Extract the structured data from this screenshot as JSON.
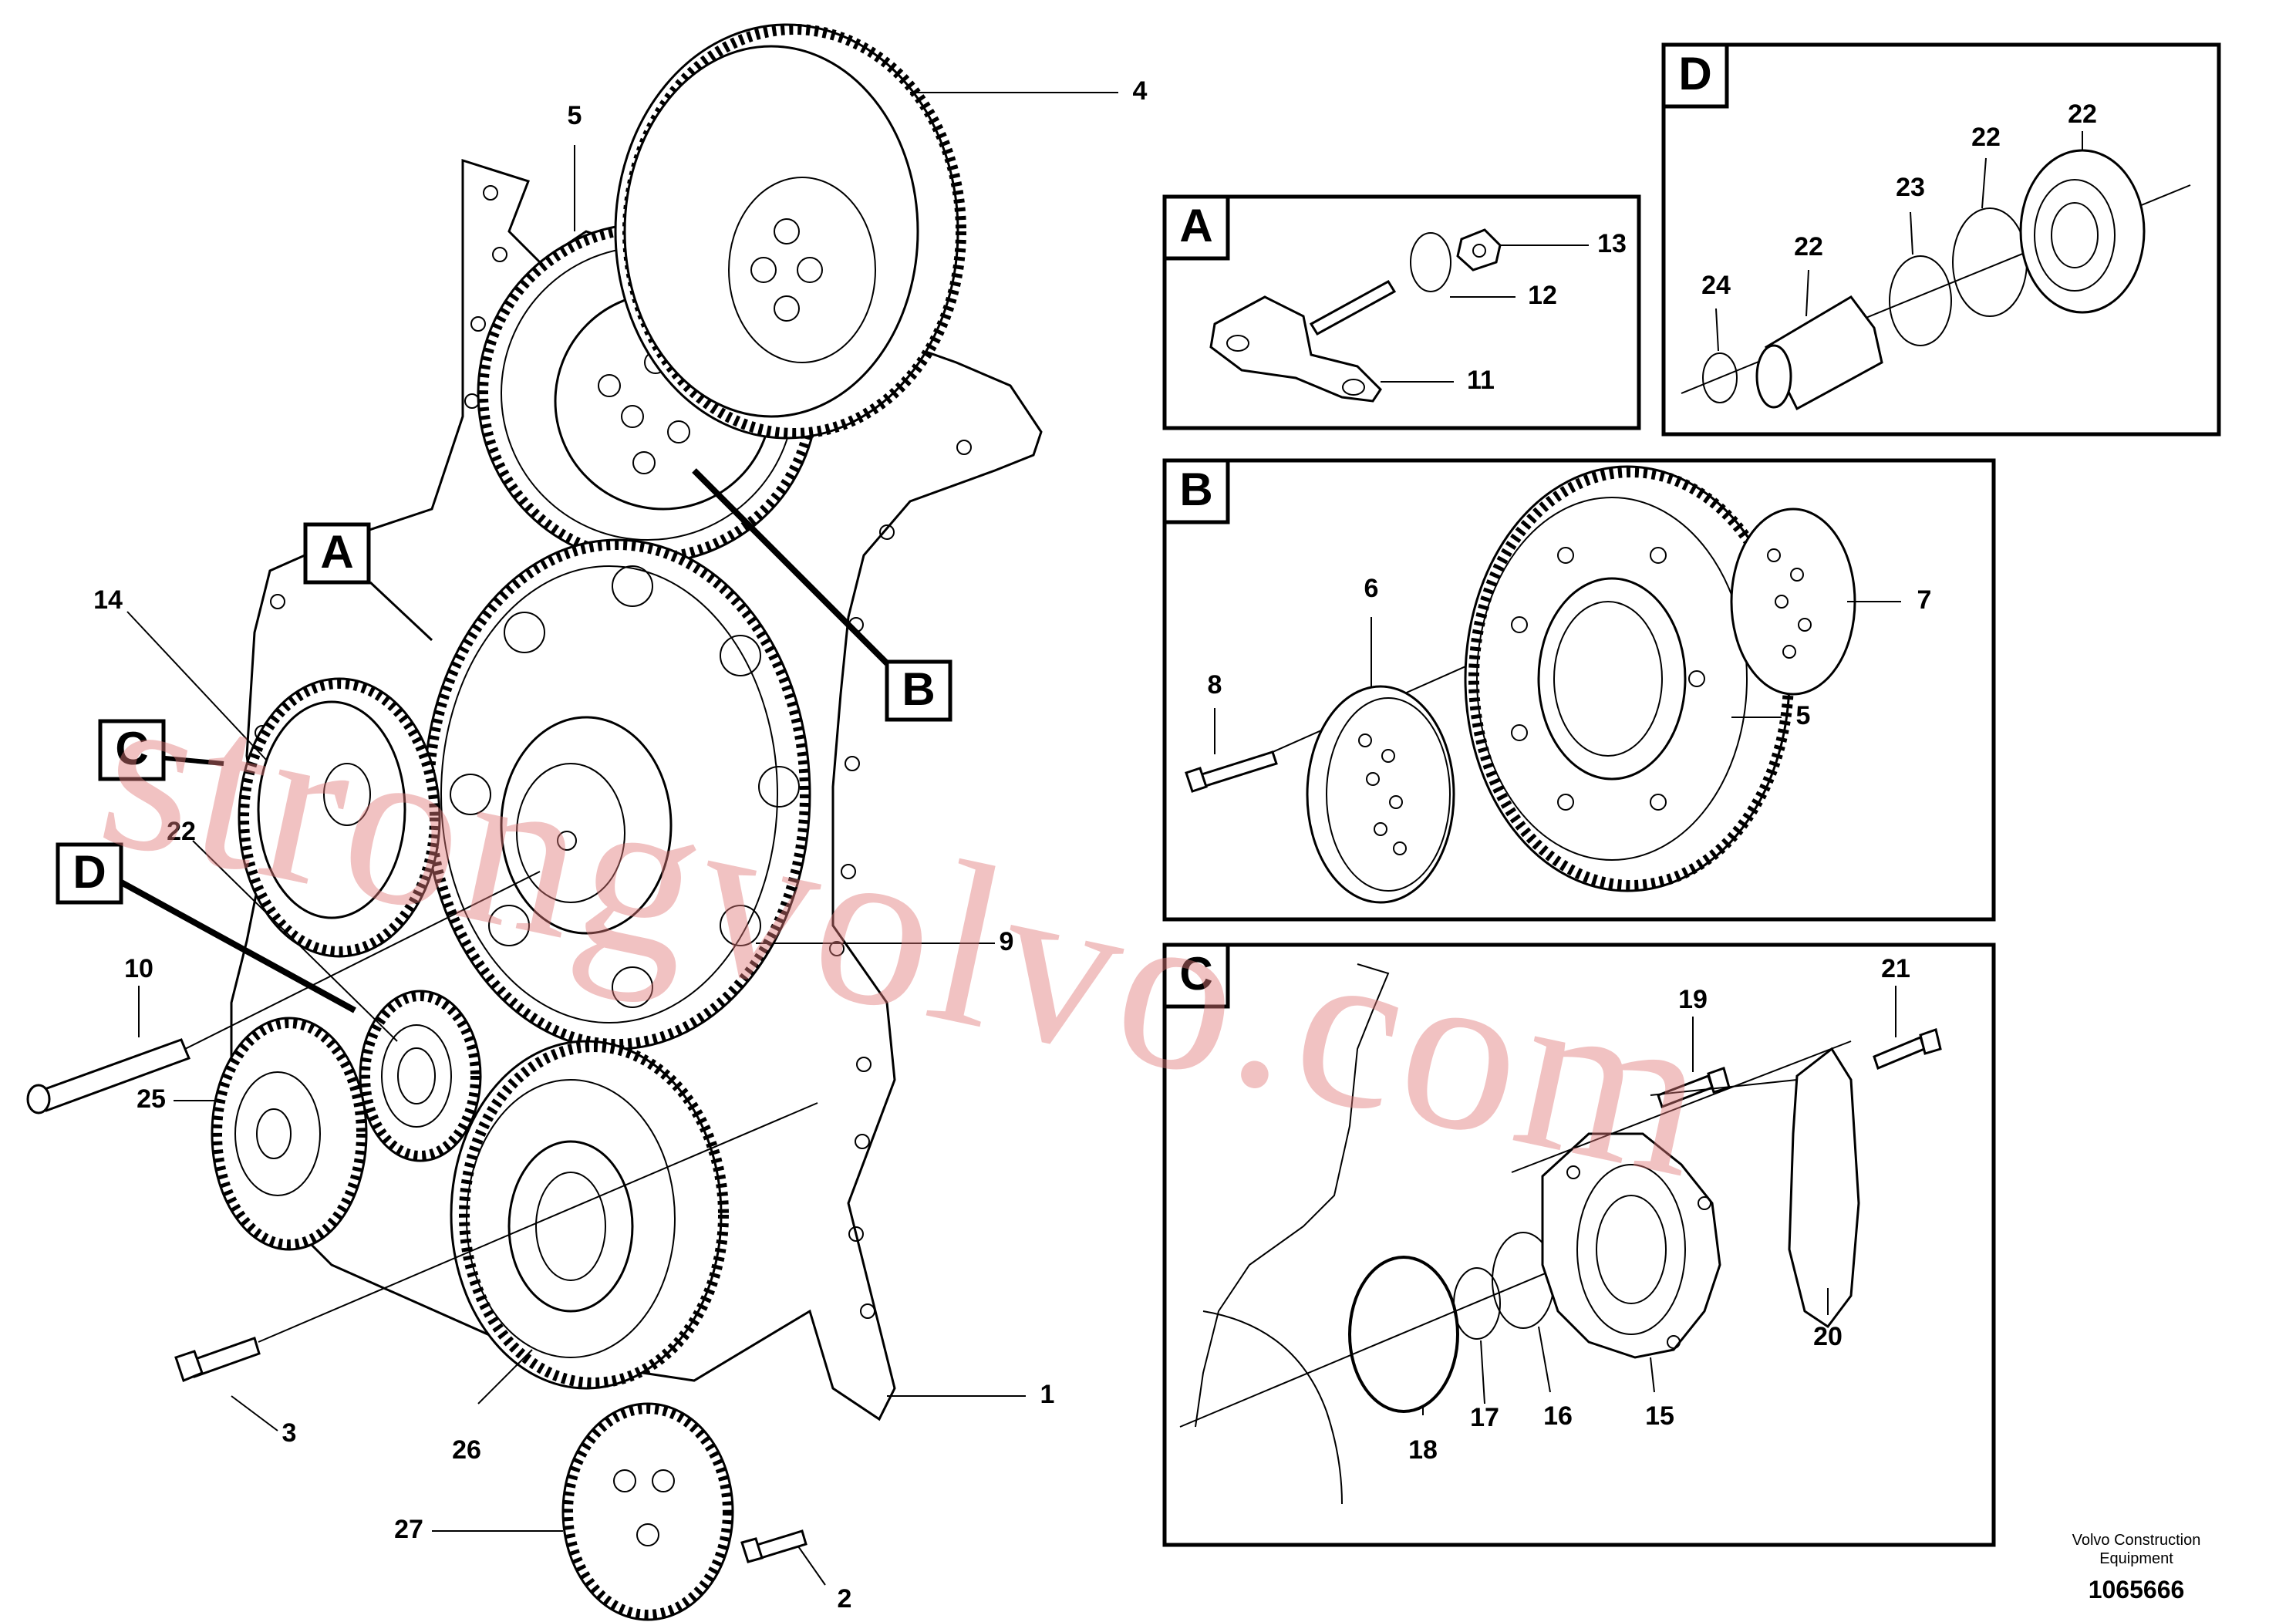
{
  "main_callouts": {
    "c1": "1",
    "c2": "2",
    "c3": "3",
    "c4": "4",
    "c5": "5",
    "c9": "9",
    "c10": "10",
    "c14": "14",
    "c22": "22",
    "c25": "25",
    "c26": "26",
    "c27": "27"
  },
  "view_refs": {
    "A": "A",
    "B": "B",
    "C": "C",
    "D": "D"
  },
  "detail_A": {
    "letter": "A",
    "c11": "11",
    "c12": "12",
    "c13": "13"
  },
  "detail_B": {
    "letter": "B",
    "c5": "5",
    "c6": "6",
    "c7": "7",
    "c8": "8"
  },
  "detail_C": {
    "letter": "C",
    "c15": "15",
    "c16": "16",
    "c17": "17",
    "c18": "18",
    "c19": "19",
    "c20": "20",
    "c21": "21"
  },
  "detail_D": {
    "letter": "D",
    "c22a": "22",
    "c22b": "22",
    "c22c": "22",
    "c23": "23",
    "c24": "24"
  },
  "footer": {
    "line1": "Volvo Construction",
    "line2": "Equipment",
    "drawing_number": "1065666"
  },
  "watermark": "strongvolvo.com"
}
